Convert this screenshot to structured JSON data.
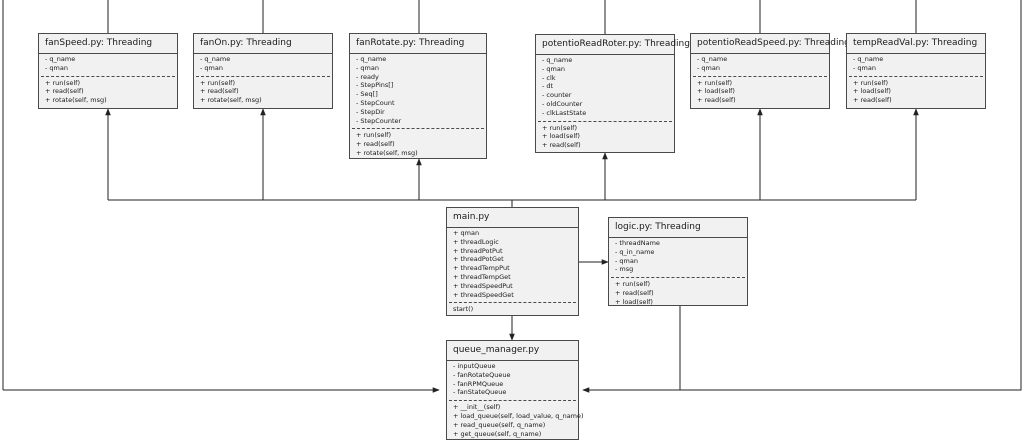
{
  "classes": [
    {
      "name": "fanSpeed.py: Threading",
      "attributes": [
        "- q_name",
        "- qman"
      ],
      "methods": [
        "+ run(self)",
        "+ read(self)",
        "+ rotate(self, msg)"
      ]
    },
    {
      "name": "fanOn.py: Threading",
      "attributes": [
        "- q_name",
        "- qman"
      ],
      "methods": [
        "+ run(self)",
        "+ read(self)",
        "+ rotate(self, msg)"
      ]
    },
    {
      "name": "fanRotate.py: Threading",
      "attributes": [
        "- q_name",
        "- qman",
        "- ready",
        "- StepPins[]",
        "- Seq[]",
        "- StepCount",
        "- StepDir",
        "- StepCounter"
      ],
      "methods": [
        "+ run(self)",
        "+ read(self)",
        "+ rotate(self, msg)"
      ]
    },
    {
      "name": "potentioReadRoter.py: Threading",
      "attributes": [
        "- q_name",
        "- qman",
        "- clk",
        "- dt",
        "- counter",
        "- oldCounter",
        "- clkLastState"
      ],
      "methods": [
        "+ run(self)",
        "+ load(self)",
        "+ read(self)"
      ]
    },
    {
      "name": "potentioReadSpeed.py: Threading",
      "attributes": [
        "- q_name",
        "- qman"
      ],
      "methods": [
        "+ run(self)",
        "+ load(self)",
        "+ read(self)"
      ]
    },
    {
      "name": "tempReadVal.py: Threading",
      "attributes": [
        "- q_name",
        "- qman"
      ],
      "methods": [
        "+ run(self)",
        "+ load(self)",
        "+ read(self)"
      ]
    },
    {
      "name": "main.py",
      "attributes": [
        "+ qman",
        "+ threadLogic",
        "+ threadPotPut",
        "+ threadPotGet",
        "+ threadTempPut",
        "+ threadTempGet",
        "+ threadSpeedPut",
        "+ threadSpeedGet"
      ],
      "methods": [
        "start()"
      ]
    },
    {
      "name": "logic.py: Threading",
      "attributes": [
        "- threadName",
        "- q_in_name",
        "- qman",
        "- msg"
      ],
      "methods": [
        "+ run(self)",
        "+ read(self)",
        "+ load(self)"
      ]
    },
    {
      "name": "queue_manager.py",
      "attributes": [
        "- inputQueue",
        "- fanRotateQueue",
        "- fanRPMQueue",
        "- fanStateQueue"
      ],
      "methods": [
        "+ __init__(self)",
        "+ load_queue(self, load_value, q_name)",
        "+ read_queue(self, q_name)",
        "+ get_queue(self, q_name)"
      ]
    }
  ]
}
